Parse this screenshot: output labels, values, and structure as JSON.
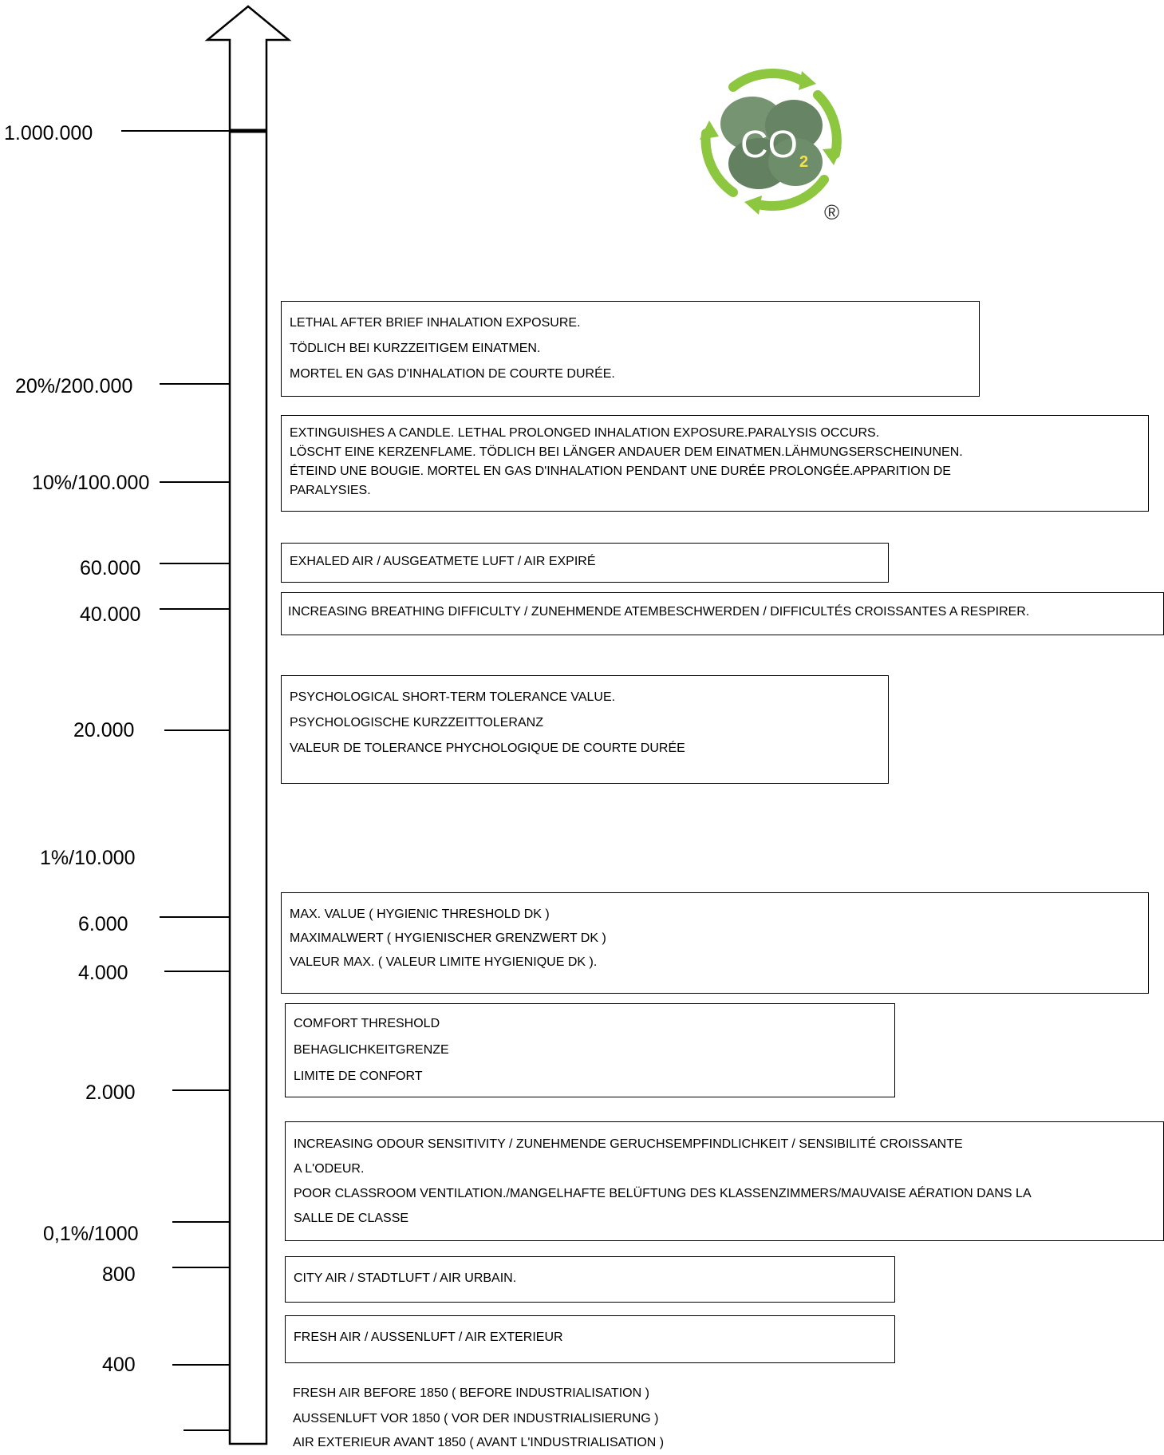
{
  "scale": [
    {
      "id": "s1000000",
      "label": "1.000.000"
    },
    {
      "id": "s200000",
      "label": "20%/200.000"
    },
    {
      "id": "s100000",
      "label": "10%/100.000"
    },
    {
      "id": "s60000",
      "label": "60.000"
    },
    {
      "id": "s40000",
      "label": "40.000"
    },
    {
      "id": "s20000",
      "label": "20.000"
    },
    {
      "id": "s10000",
      "label": "1%/10.000"
    },
    {
      "id": "s6000",
      "label": "6.000"
    },
    {
      "id": "s4000",
      "label": "4.000"
    },
    {
      "id": "s2000",
      "label": "2.000"
    },
    {
      "id": "s1000",
      "label": "0,1%/1000"
    },
    {
      "id": "s800",
      "label": "800"
    },
    {
      "id": "s400",
      "label": "400"
    }
  ],
  "logo": {
    "text": "CO",
    "subscript": "2",
    "mark": "®",
    "icon": "co2-clover-recycle-logo"
  },
  "boxes": [
    {
      "id": "lethal",
      "lines": [
        "LETHAL AFTER BRIEF INHALATION EXPOSURE.",
        "TÖDLICH BEI KURZZEITIGEM EINATMEN.",
        "MORTEL EN GAS D'INHALATION DE COURTE DURÉE."
      ]
    },
    {
      "id": "candle",
      "lines": [
        "EXTINGUISHES A CANDLE. LETHAL PROLONGED INHALATION EXPOSURE.PARALYSIS OCCURS.",
        "LÖSCHT EINE KERZENFLAME. TÖDLICH BEI LÄNGER ANDAUER DEM EINATMEN.LÄHMUNGSERSCHEINUNEN.",
        "ÉTEIND UNE BOUGIE. MORTEL EN GAS D'INHALATION PENDANT UNE DURÉE PROLONGÉE.APPARITION DE",
        "PARALYSIES."
      ]
    },
    {
      "id": "exhaled",
      "lines": [
        "EXHALED AIR / AUSGEATMETE LUFT / AIR EXPIRÉ"
      ]
    },
    {
      "id": "breathing",
      "lines": [
        "INCREASING BREATHING DIFFICULTY / ZUNEHMENDE ATEMBESCHWERDEN / DIFFICULTÉS CROISSANTES A RESPIRER."
      ]
    },
    {
      "id": "psych",
      "lines": [
        "PSYCHOLOGICAL SHORT-TERM TOLERANCE VALUE.",
        "PSYCHOLOGISCHE KURZZEITTOLERANZ",
        "VALEUR DE TOLERANCE PHYCHOLOGIQUE DE COURTE DURÉE"
      ]
    },
    {
      "id": "maxvalue",
      "lines": [
        "MAX. VALUE  ( HYGIENIC THRESHOLD DK )",
        "MAXIMALWERT  (  HYGIENISCHER GRENZWERT DK )",
        "VALEUR MAX.  ( VALEUR LIMITE HYGIENIQUE  DK )."
      ]
    },
    {
      "id": "comfort",
      "lines": [
        "COMFORT THRESHOLD",
        "BEHAGLICHKEITGRENZE",
        "LIMITE DE CONFORT"
      ]
    },
    {
      "id": "odour",
      "lines": [
        "INCREASING ODOUR SENSITIVITY / ZUNEHMENDE GERUCHSEMPFINDLICHKEIT / SENSIBILITÉ CROISSANTE",
        "A L'ODEUR.",
        "POOR CLASSROOM VENTILATION./MANGELHAFTE BELÜFTUNG DES KLASSENZIMMERS/MAUVAISE AÉRATION DANS LA",
        "SALLE DE CLASSE"
      ]
    },
    {
      "id": "city",
      "lines": [
        "CITY AIR / STADTLUFT / AIR URBAIN."
      ]
    },
    {
      "id": "fresh",
      "lines": [
        "FRESH AIR /  AUSSENLUFT / AIR EXTERIEUR"
      ]
    },
    {
      "id": "pre1850",
      "lines": [
        "FRESH AIR BEFORE 1850  ( BEFORE INDUSTRIALISATION )",
        "AUSSENLUFT VOR 1850  (  VOR DER INDUSTRIALISIERUNG )",
        "AIR EXTERIEUR AVANT 1850  (  AVANT L'INDUSTRIALISATION )"
      ]
    }
  ]
}
